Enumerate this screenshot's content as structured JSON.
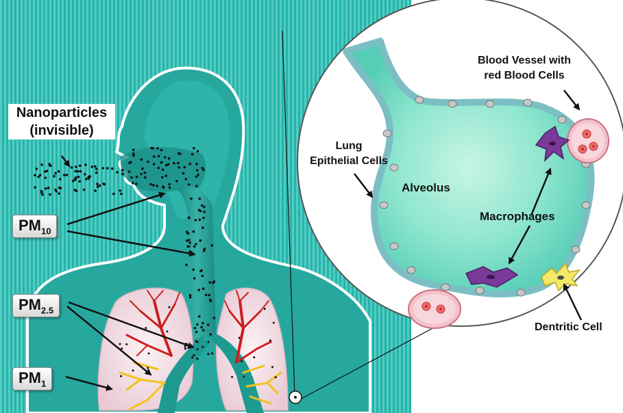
{
  "labels": {
    "nanoparticles_line1": "Nanoparticles",
    "nanoparticles_line2": "(invisible)",
    "pm10_main": "PM",
    "pm10_sub": "10",
    "pm25_main": "PM",
    "pm25_sub": "2.5",
    "pm1_main": "PM",
    "pm1_sub": "1",
    "blood_vessel_line1": "Blood Vessel with",
    "blood_vessel_line2": "red Blood Cells",
    "lung_epithelial_line1": "Lung",
    "lung_epithelial_line2": "Epithelial Cells",
    "alveolus": "Alveolus",
    "macrophages": "Macrophages",
    "dendritic_cell": "Dentritic Cell"
  },
  "colors": {
    "background_stripes": "#23b1a8",
    "body_fill": "#27a79e",
    "body_outline": "#ffffff",
    "airway_dark": "#157a73",
    "lung_fill": "#f1dde3",
    "alveolus_fill": "#7ee0c9",
    "cell_membrane": "#7bbfc4",
    "macrophage": "#7a3a9a",
    "dendritic": "#f2e86a",
    "blood_vessel": "#f0a8b5",
    "bronchi_red": "#cc1f1f",
    "bronchi_yellow": "#f2c21b"
  }
}
